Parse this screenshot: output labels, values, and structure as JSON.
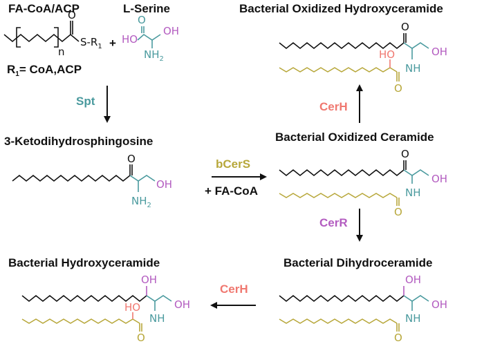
{
  "colors": {
    "text": "#111111",
    "chain_black": "#111111",
    "chain_tan": "#b7a73a",
    "serine_teal": "#4a9a9e",
    "hydroxyl_purple": "#b35cc0",
    "enzyme_red": "#f07870"
  },
  "substrates": {
    "fa_title": "FA-CoA/ACP",
    "serine_title": "L-Serine",
    "plus": "+",
    "n_label": "n",
    "sr1_label": "S-R",
    "sr1_sub": "1",
    "r1_def_prefix": "R",
    "r1_def_sub": "1",
    "r1_def_rest": "= CoA,ACP"
  },
  "enzymes": {
    "spt": "Spt",
    "bcers": "bCerS",
    "plus_facoa": "+ FA-CoA",
    "cerr": "CerR",
    "cerh_up": "CerH",
    "cerh_left": "CerH"
  },
  "compounds": {
    "ketodihydro": "3-Ketodihydrosphingosine",
    "oxidized_ceramide": "Bacterial Oxidized Ceramide",
    "oxidized_hydroxyceramide": "Bacterial Oxidized Hydroxyceramide",
    "dihydroceramide": "Bacterial Dihydroceramide",
    "hydroxyceramide": "Bacterial Hydroxyceramide"
  },
  "atoms": {
    "O": "O",
    "HO": "HO",
    "OH": "OH",
    "NH": "NH",
    "NH2_N": "NH",
    "NH2_sub": "2"
  }
}
